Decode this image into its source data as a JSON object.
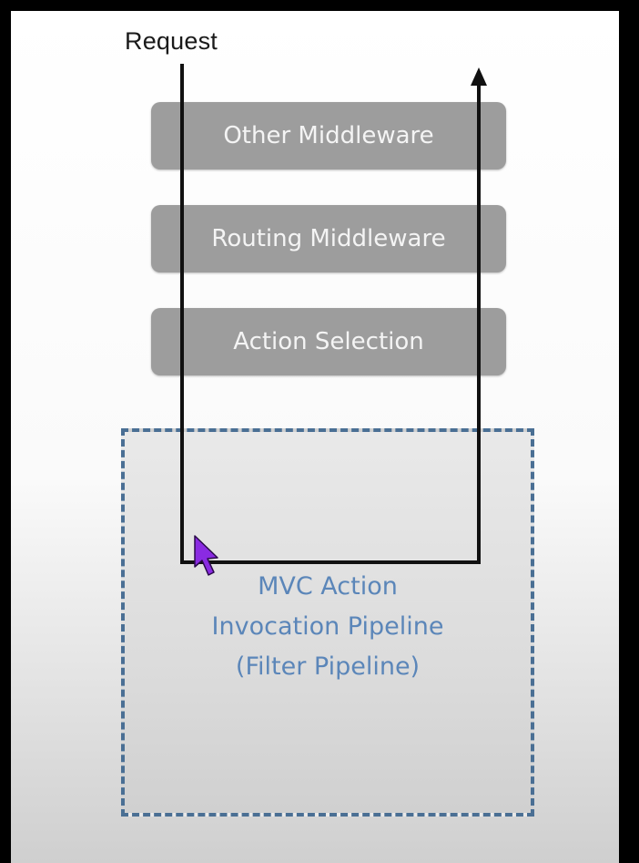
{
  "request_label": "Request",
  "stages": [
    {
      "label": "Other Middleware"
    },
    {
      "label": "Routing Middleware"
    },
    {
      "label": "Action Selection"
    }
  ],
  "pipeline": {
    "line1": "MVC Action",
    "line2": "Invocation Pipeline",
    "line3": "(Filter Pipeline)"
  },
  "colors": {
    "stage_fill": "#9d9d9d",
    "stage_text": "#f4f4f4",
    "pipeline_border": "#4a6f94",
    "pipeline_text": "#5b86b9",
    "flow_line": "#111111",
    "cursor": "#8a2be2"
  },
  "icons": {
    "cursor": "mouse-pointer-icon",
    "arrow": "arrow-up-icon"
  }
}
